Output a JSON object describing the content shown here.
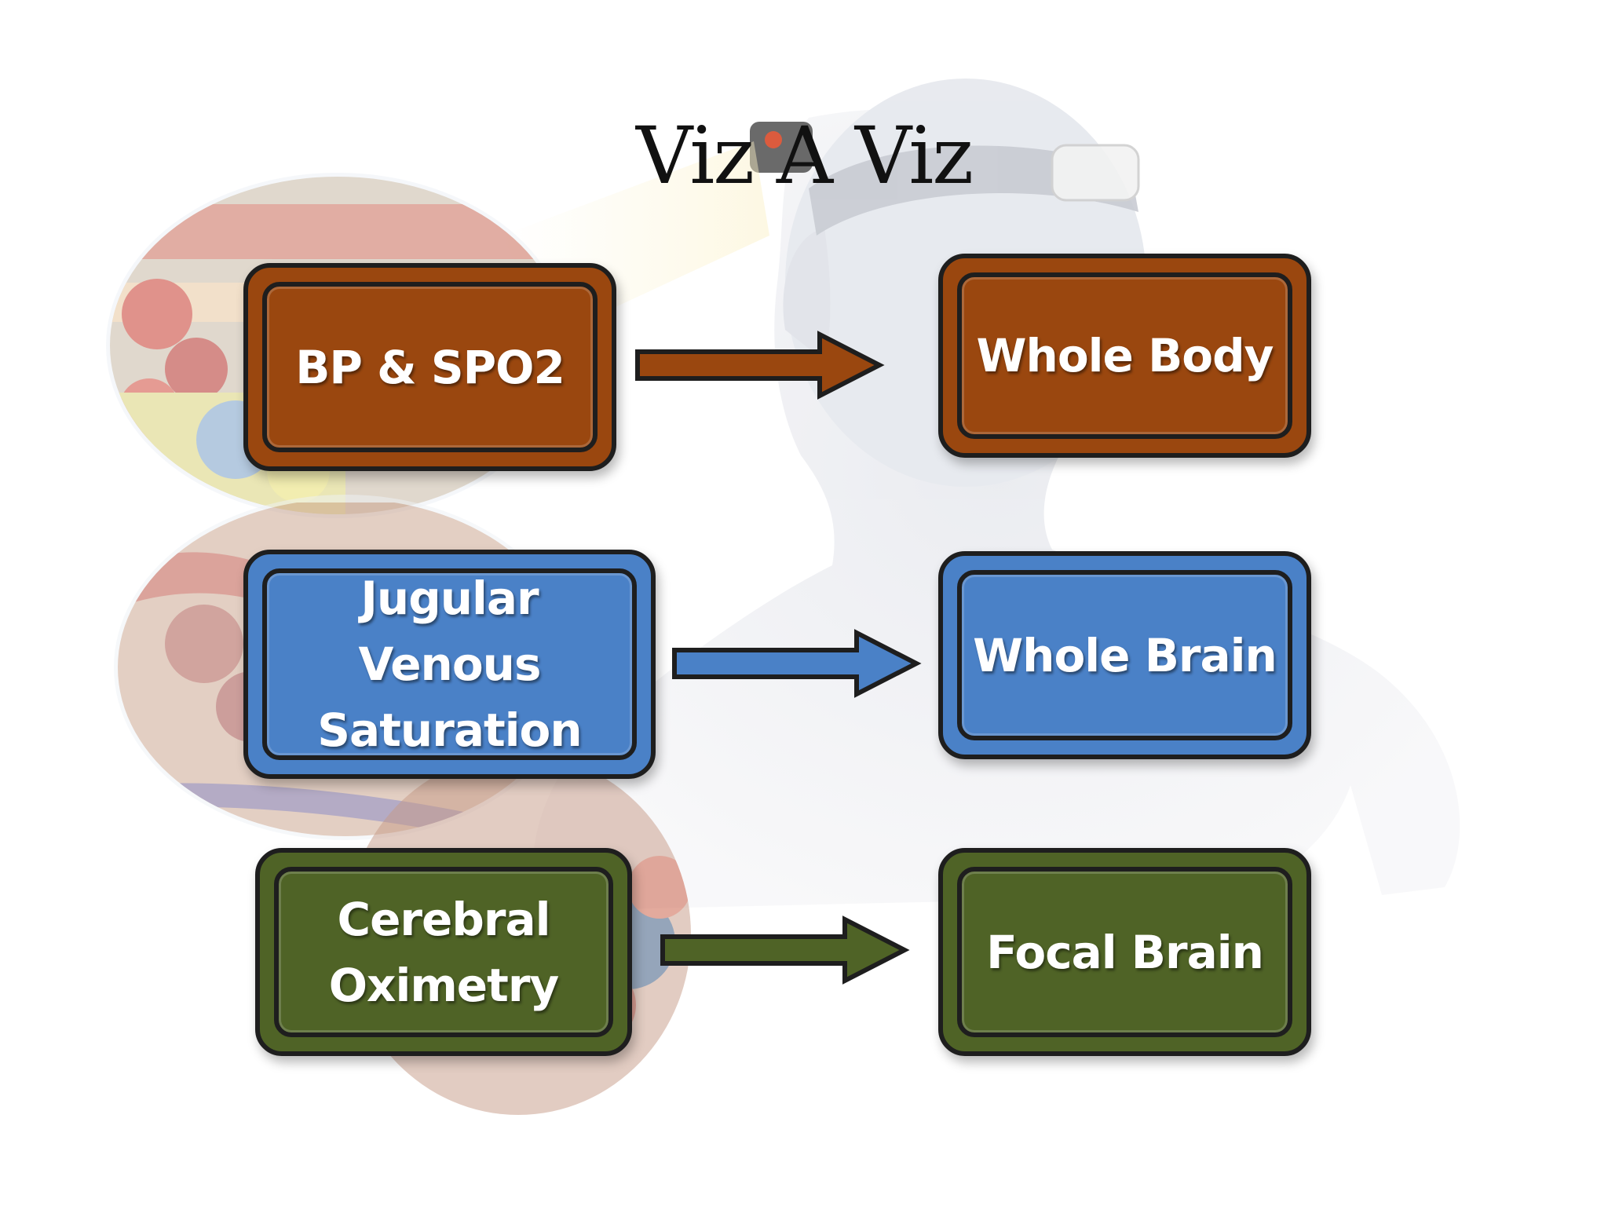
{
  "title": "Viz A Viz",
  "colors": {
    "row1": "#9a470f",
    "row2": "#4a81c7",
    "row3": "#4f6326",
    "outline": "#1e1e1e"
  },
  "rows": [
    {
      "left": "BP & SPO2",
      "right": "Whole Body"
    },
    {
      "left": "Jugular Venous\nSaturation",
      "right": "Whole Brain"
    },
    {
      "left": "Cerebral\nOximetry",
      "right": "Focal Brain"
    }
  ]
}
